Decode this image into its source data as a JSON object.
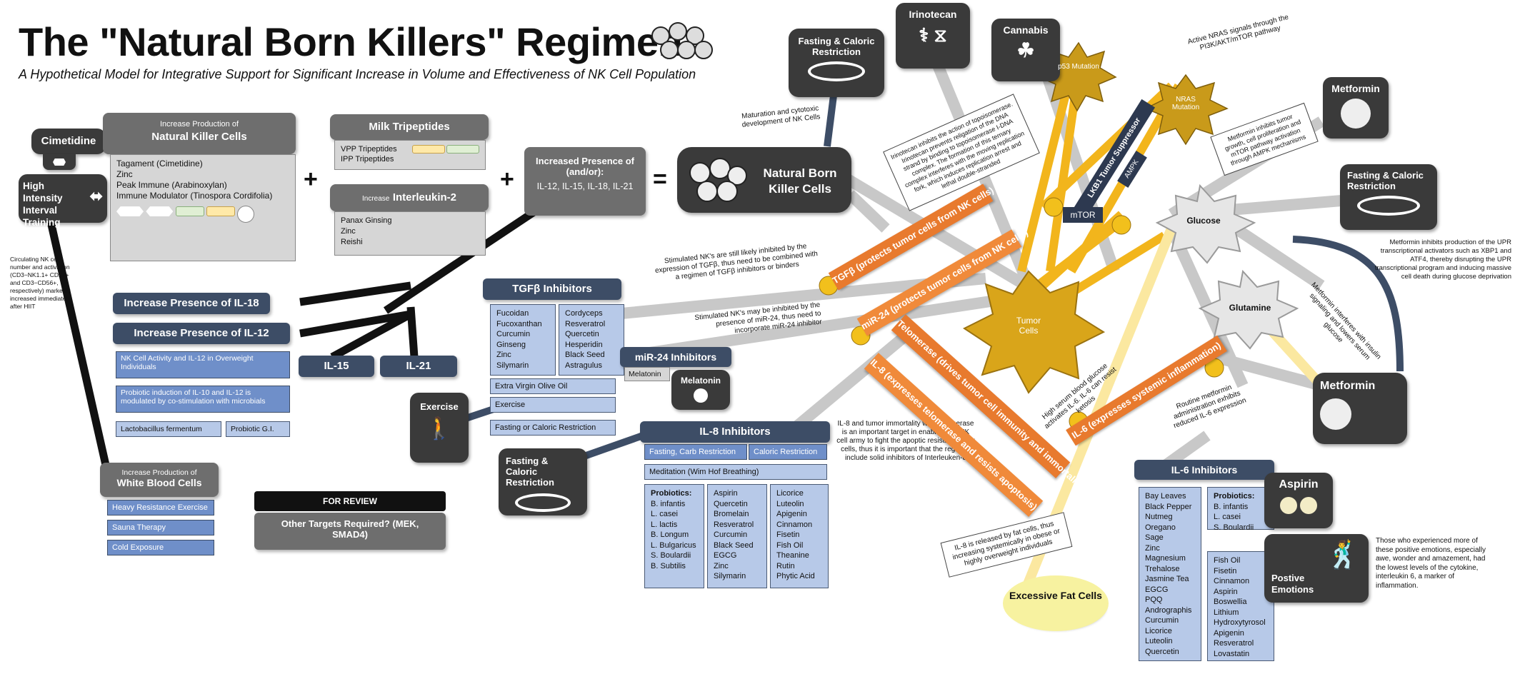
{
  "header": {
    "title": "The \"Natural Born Killers\" Regimen",
    "subtitle": "A Hypothetical Model for Integrative Support for Significant Increase in Volume and Effectiveness of NK Cell Population"
  },
  "colors": {
    "navy": "#3d4d66",
    "orange": "#e87a2e",
    "gold": "#e0b020",
    "light_blue": "#b7c9e8",
    "dark_gray": "#3a3a3a"
  },
  "left": {
    "cimetidine": "Cimetidine",
    "hiit": "High Intensity Interval Training",
    "hiit_note": "Circulating NK cell number and activation (CD3−NK1.1+ CD27+ and CD3−CD56+, respectively) markedly increased immediately after HIIT",
    "nk_head_small": "Increase Production of",
    "nk_head_big": "Natural Killer Cells",
    "nk_items": [
      "Tagament (Cimetidine)",
      "Zinc",
      "Peak Immune (Arabinoxylan)",
      "Immune Modulator (Tinospora Cordifolia)"
    ],
    "milk_head": "Milk Tripeptides",
    "milk_items": [
      "VPP Tripeptides",
      "IPP Tripeptides"
    ],
    "il2_small": "Increase",
    "il2_big": "Interleukin-2",
    "il2_items": [
      "Panax Ginsing",
      "Zinc",
      "Reishi"
    ],
    "plus": "+",
    "equals": "=",
    "presence_title": "Increased Presence of (and/or):",
    "presence_items": "IL-12, IL-15, IL-18, IL-21",
    "nbk": "Natural Born Killer Cells",
    "il18": "Increase Presence of IL-18",
    "il12": "Increase Presence of IL-12",
    "il12_items": [
      "NK Cell Activity and IL-12 in Overweight Individuals",
      "Probiotic induction of IL-10 and IL-12 is modulated by co-stimulation with microbials",
      "Lactobacillus fermentum",
      "Probiotic G.I."
    ],
    "il15": "IL-15",
    "il21": "IL-21",
    "wbc_small": "Increase Production of",
    "wbc_big": "White Blood Cells",
    "wbc_items": [
      "Heavy Resistance Exercise",
      "Sauna Therapy",
      "Cold Exposure"
    ],
    "review_head": "FOR REVIEW",
    "review_body": "Other Targets Required? (MEK, SMAD4)"
  },
  "middle": {
    "tgfb_head": "TGFβ Inhibitors",
    "tgfb_col1": [
      "Fucoidan",
      "Fucoxanthan",
      "Curcumin",
      "Ginseng",
      "Zinc",
      "Silymarin"
    ],
    "tgfb_col2": [
      "Cordyceps",
      "Resveratrol",
      "Quercetin",
      "Hesperidin",
      "Black Seed",
      "Astragulus"
    ],
    "mir24_head": "miR-24 Inhibitors",
    "mir24_item": "Melatonin",
    "melatonin": "Melatonin",
    "exercise": "Exercise",
    "ex_items": [
      "Extra Virgin Olive Oil",
      "Exercise",
      "Fasting or Caloric Restriction"
    ],
    "fasting": "Fasting & Caloric Restriction",
    "il8_head": "IL-8 Inhibitors",
    "il8_row1a": "Fasting, Carb Restriction",
    "il8_row1b": "Caloric Restriction",
    "il8_row2": "Meditation (Wim Hof Breathing)",
    "il8_col1_head": "Probiotics:",
    "il8_col1": [
      "B. infantis",
      "L. casei",
      "L. lactis",
      "B. Longum",
      "L. Bulgaricus",
      "S. Boulardii",
      "B. Subtilis"
    ],
    "il8_col2": [
      "Aspirin",
      "Quercetin",
      "Bromelain",
      "Resveratrol",
      "Curcumin",
      "Black Seed",
      "EGCG",
      "Zinc",
      "Silymarin"
    ],
    "il8_col3": [
      "Licorice",
      "Luteolin",
      "Apigenin",
      "Cinnamon",
      "Fisetin",
      "Fish Oil",
      "Theanine",
      "Rutin",
      "Phytic Acid"
    ],
    "note_tgfb": "Stimulated NK's are still likely inhibited by the expression of TGFβ, thus need to be combined with a regimen of TGFβ inhibitors or binders",
    "note_mir24": "Stimulated NK's may be inhibited by the presence of miR-24, thus need to incorporate miR-24 inhibitor",
    "note_il8": "IL-8 and tumor immortality with Telomerase is an important target in enabling the NK cell army to fight the apoptic resistant tumor cells, thus it is important that the regimen include solid inhibitors of Interleuken-8",
    "note_fat": "IL-8 is released by fat cells, thus increasing systemically in obese or highly overweight individuals",
    "fat_cells": "Excessive Fat Cells",
    "note_maturation": "Maturation and cytotoxic development of NK Cells"
  },
  "top": {
    "fasting_top": "Fasting & Caloric Restriction",
    "irinotecan": "Irinotecan",
    "irinotecan_note": "Irinotecan inhibits the action of topoisomerase. Irinotecan prevents religation of the DNA strand by binding to topoisomerase I-DNA complex. The formation of this ternary complex interferes with the moving replication fork, which induces replication arrest and lethal double-stranded",
    "cannabis": "Cannabis",
    "p53": "p53 Mutation",
    "nras": "NRAS Mutation",
    "nras_note": "Active NRAS signals through the PI3K/AKT/mTOR pathway",
    "lkb1": "LKB1 Tumor Suppressor",
    "ampk": "AMPK",
    "mtor": "mTOR",
    "metformin_top": "Metformin",
    "metformin_note": "Metformin inhibits tumor growth, cell proliferation and mTOR pathway activation through AMPK mechanisms"
  },
  "right": {
    "tumor": "Tumor Cells",
    "glucose": "Glucose",
    "glutamine": "Glutamine",
    "fasting_right": "Fasting & Caloric Restriction",
    "upr_note": "Metformin inhibits production of the UPR transcriptional activators such as XBP1 and ATF4, thereby disrupting the UPR transcriptional program and inducing massive cell death during glucose deprivation",
    "insulin_note": "Metformin interferes with insulin signaling and lowers serum glucose",
    "metformin": "Metformin",
    "routine_note": "Routine metformin administration exhibits reduced IL-6 expression",
    "glucose_note": "High serum blood glucose activates IL-6. IL-6 can resist ketosis",
    "il6_head": "IL-6 Inhibitors",
    "il6_col1": [
      "Bay Leaves",
      "Black Pepper",
      "Nutmeg",
      "Oregano",
      "Sage",
      "Zinc",
      "Magnesium",
      "Trehalose",
      "Jasmine Tea",
      "EGCG",
      "PQQ",
      "Andrographis",
      "Curcumin",
      "Licorice",
      "Luteolin",
      "Quercetin"
    ],
    "il6_probiotics_head": "Probiotics:",
    "il6_probiotics": [
      "B. infantis",
      "L. casei",
      "S. Boulardii"
    ],
    "il6_col2": [
      "Fish Oil",
      "Fisetin",
      "Cinnamon",
      "Aspirin",
      "Boswellia",
      "Lithium",
      "Hydroxytyrosol",
      "Apigenin",
      "Resveratrol",
      "Lovastatin"
    ],
    "aspirin": "Aspirin",
    "emotions": "Postive Emotions",
    "emotions_note": "Those who experienced more of these positive emotions, especially awe, wonder and amazement, had the lowest levels of the cytokine, interleukin 6, a marker of inflammation."
  },
  "bands": {
    "tgfb": "TGFβ (protects tumor cells from NK cells)",
    "mir24": "miR-24 (protects tumor cells from NK cells)",
    "telomerase": "Telomerase (drives tumor cell immunity and immortality)",
    "il8": "IL-8 (expresses telomerase and resists apoptosis)",
    "il6": "IL-6 (expresses systemic inflammation)"
  }
}
